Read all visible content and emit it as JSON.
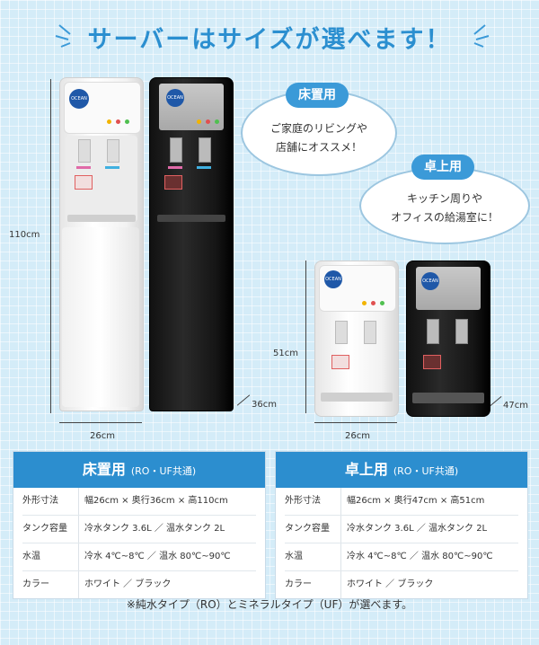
{
  "title": "サーバーはサイズが選べます！",
  "dimensions": {
    "floor_height": "110cm",
    "floor_width": "26cm",
    "floor_depth": "36cm",
    "table_height": "51cm",
    "table_width": "26cm",
    "table_depth": "47cm"
  },
  "brand": "OCEAN",
  "bubbles": {
    "floor": {
      "label": "床置用",
      "line1": "ご家庭のリビングや",
      "line2": "店舗にオススメ！"
    },
    "table": {
      "label": "卓上用",
      "line1": "キッチン周りや",
      "line2": "オフィスの給湯室に！"
    }
  },
  "tables": [
    {
      "title": "床置用",
      "subtitle": "(RO・UF共通)",
      "rows": [
        {
          "key": "外形寸法",
          "value": "幅26cm × 奥行36cm × 高110cm"
        },
        {
          "key": "タンク容量",
          "value": "冷水タンク 3.6L ／ 温水タンク 2L"
        },
        {
          "key": "水温",
          "value": "冷水 4℃~8℃ ／ 温水 80℃~90℃"
        },
        {
          "key": "カラー",
          "value": "ホワイト ／ ブラック"
        }
      ]
    },
    {
      "title": "卓上用",
      "subtitle": "(RO・UF共通)",
      "rows": [
        {
          "key": "外形寸法",
          "value": "幅26cm × 奥行47cm × 高51cm"
        },
        {
          "key": "タンク容量",
          "value": "冷水タンク 3.6L ／ 温水タンク 2L"
        },
        {
          "key": "水温",
          "value": "冷水 4℃~8℃ ／ 温水 80℃~90℃"
        },
        {
          "key": "カラー",
          "value": "ホワイト ／ ブラック"
        }
      ]
    }
  ],
  "footnote": "※純水タイプ（RO）とミネラルタイプ（UF）が選べます。",
  "colors": {
    "accent": "#2c8ecf",
    "bubble_label": "#3b9ad8"
  }
}
